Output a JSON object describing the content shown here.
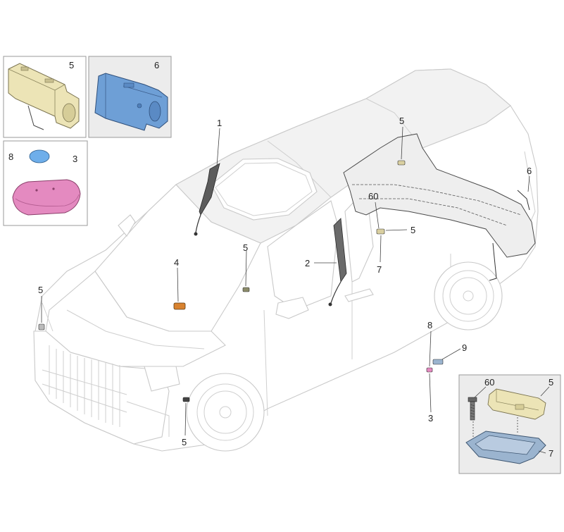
{
  "diagram": {
    "callouts": {
      "c1": "1",
      "c2": "2",
      "c3_inset": "3",
      "c3_bottom": "3",
      "c4": "4",
      "c5_inset_a": "5",
      "c5_roof": "5",
      "c5_rear": "5",
      "c5_bpillar": "5",
      "c5_front": "5",
      "c5_wheel": "5",
      "c5_inset_b": "5",
      "c6_inset": "6",
      "c6_body": "6",
      "c7_body": "7",
      "c7_inset": "7",
      "c8_inset": "8",
      "c8_body": "8",
      "c9": "9",
      "c60_body": "60",
      "c60_inset": "60"
    },
    "colors": {
      "module_beige": "#ece4b6",
      "module_blue": "#6e9fd6",
      "cap_blue": "#6eaeea",
      "pad_pink": "#e48ac0",
      "tray_blue": "#9bb4cf",
      "harness": "#4a4a4a"
    }
  }
}
